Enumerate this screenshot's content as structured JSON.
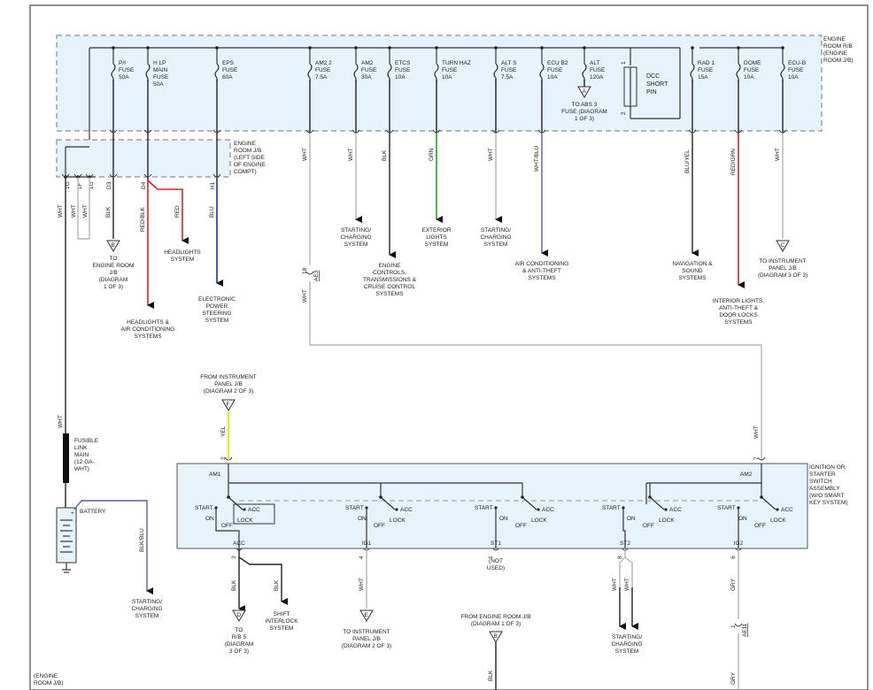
{
  "engine_room_rb": {
    "label": [
      "ENGINE",
      "ROOM R/B",
      "(ENGINE",
      "ROOM J/B)"
    ]
  },
  "fuses": [
    {
      "name": "P/I",
      "rating": "50A"
    },
    {
      "name": "H LP MAIN",
      "rating": "50A"
    },
    {
      "name": "EPS",
      "rating": "60A"
    },
    {
      "name": "AM2 2",
      "rating": "7.5A"
    },
    {
      "name": "AM2",
      "rating": "30A"
    },
    {
      "name": "ETCS",
      "rating": "10A"
    },
    {
      "name": "TURN HAZ",
      "rating": "10A"
    },
    {
      "name": "ALT S",
      "rating": "7.5A"
    },
    {
      "name": "ECU B2",
      "rating": "10A"
    },
    {
      "name": "ALT",
      "rating": "120A"
    },
    {
      "name": "RAD 1",
      "rating": "15A"
    },
    {
      "name": "DOME",
      "rating": "10A"
    },
    {
      "name": "ECU-B",
      "rating": "10A"
    }
  ],
  "dcc": {
    "label": [
      "DCC",
      "SHORT",
      "PIN"
    ],
    "pin1": "1",
    "pin2": "2"
  },
  "abs_ref": {
    "letter": "A",
    "text": [
      "TO ABS 3",
      "FUSE (DIAGRAM",
      "1 OF 3)"
    ]
  },
  "engine_room_jb": {
    "label": [
      "ENGINE",
      "ROOM J/B",
      "(LEFT SIDE",
      "OF ENGINE",
      "COMPT)"
    ]
  },
  "jb_pins": [
    "1G",
    "1F",
    "1G",
    "D3",
    "D4",
    "H1"
  ],
  "wire_colors": {
    "wht": "WHT",
    "blk": "BLK",
    "red_blk": "RED/BLK",
    "red": "RED",
    "blu": "BLU",
    "grn": "GRN",
    "wht_blu": "WHT/BLU",
    "blu_yel": "BLU/YEL",
    "red_grn": "RED/GRN",
    "yel": "YEL",
    "blk_blu": "BLK/BLU",
    "gry": "GRY"
  },
  "colors": {
    "red": "#e02020",
    "green": "#22a02a",
    "blue": "#1c2fb0",
    "purple": "#5a5ab0",
    "yellow": "#e8e800",
    "panel": "#e6f3fb"
  },
  "destinations": {
    "to_engine_room_jb": {
      "letter": "B",
      "text": [
        "TO",
        "ENGINE ROOM",
        "J/B",
        "(DIAGRAM",
        "1 OF 3)"
      ]
    },
    "headlights": [
      "HEADLIGHTS",
      "SYSTEM"
    ],
    "headlights_ac": [
      "HEADLIGHTS &",
      "AIR CONDITIONING",
      "SYSTEMS"
    ],
    "eps": [
      "ELECTRONIC",
      "POWER",
      "STEERING",
      "SYSTEM"
    ],
    "starting_charging": [
      "STARTING/",
      "CHARGING",
      "SYSTEM"
    ],
    "engine_controls": [
      "ENGINE",
      "CONTROLS,",
      "TRANSMISSIONS &",
      "CRUISE CONTROL",
      "SYSTEMS"
    ],
    "exterior_lights": [
      "EXTERIOR",
      "LIGHTS",
      "SYSTEM"
    ],
    "ac_antitheft": [
      "AIR CONDITIONING",
      "& ANTI-THEFT",
      "SYSTEMS"
    ],
    "navigation": [
      "NAVIGATION &",
      "SOUND",
      "SYSTEMS"
    ],
    "interior_lights": [
      "INTERIOR LIGHTS,",
      "ANTI-THEFT &",
      "DOOR LOCKS",
      "SYSTEMS"
    ],
    "to_instrument_c": {
      "letter": "C",
      "text": [
        "TO INSTRUMENT",
        "PANEL J/B",
        "(DIAGRAM 3 OF 3)"
      ]
    },
    "from_instrument_f": {
      "letter": "F",
      "text": [
        "FROM INSTRUMENT",
        "PANEL J/B",
        "(DIAGRAM 2 OF 3)"
      ]
    },
    "to_rb5": {
      "letter": "D",
      "text": [
        "TO",
        "R/B 5",
        "(DIAGRAM",
        "3 OF 3)"
      ]
    },
    "shift_interlock": [
      "SHIFT",
      "INTERLOCK",
      "SYSTEM"
    ],
    "to_instrument_e": {
      "letter": "E",
      "text": [
        "TO INSTRUMENT",
        "PANEL J/B",
        "(DIAGRAM 2 OF 3)"
      ]
    },
    "from_engine_room_b": {
      "letter": "B",
      "text": [
        "FROM ENGINE ROOM J/B",
        "(DIAGRAM 1 OF 3)"
      ]
    },
    "not_used": [
      "(NOT",
      "USED)"
    ]
  },
  "connectors": {
    "ae3": "AE3",
    "ae3_pin": "18",
    "ae11": "AE11",
    "ae11_pin": "1"
  },
  "fusible_link": [
    "FUSIBLE",
    "LINK",
    "MAIN",
    "(12 GA-",
    "WHT)"
  ],
  "battery": {
    "label": "BATTERY",
    "plus": "+"
  },
  "ignition": {
    "title": [
      "IGNITION OR",
      "STARTER",
      "SWITCH",
      "ASSEMBLY",
      "(W/O SMART",
      "KEY SYSTEM)"
    ],
    "am1": "AM1",
    "am2": "AM2",
    "am1_pin": "2",
    "am2_pin": "7",
    "positions": {
      "start": "START",
      "on": "ON",
      "off": "OFF",
      "lock": "LOCK",
      "acc": "ACC"
    },
    "outputs": [
      {
        "name": "ACC",
        "pin": "3"
      },
      {
        "name": "IG1",
        "pin": "4"
      },
      {
        "name": "ST1",
        "pin": "1"
      },
      {
        "name": "ST2",
        "pin": "8"
      },
      {
        "name": "IG2",
        "pin": "6"
      }
    ]
  },
  "footer_note": [
    "(ENGINE",
    "ROOM J/B)"
  ]
}
